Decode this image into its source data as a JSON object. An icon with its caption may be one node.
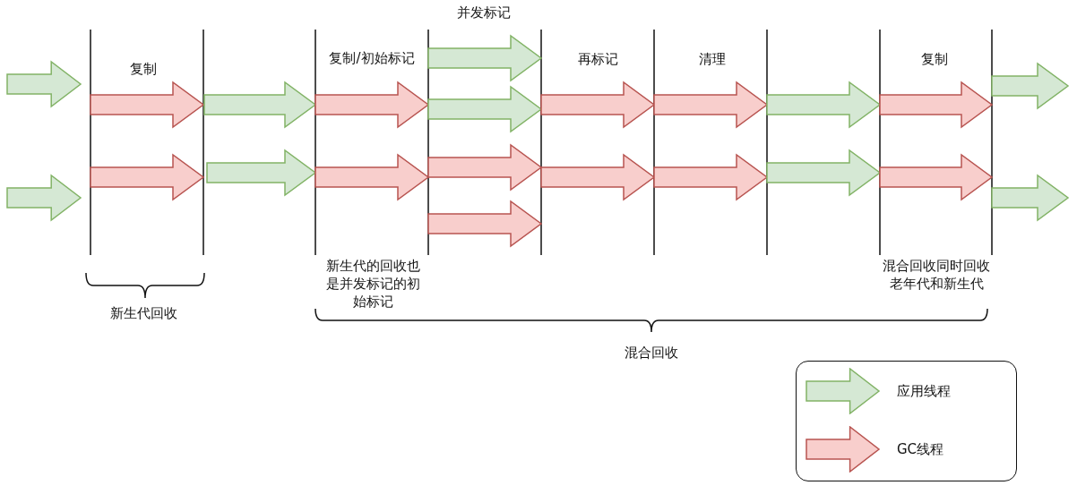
{
  "diagram": {
    "labels": [
      "并发标记",
      "复制",
      "复制/初始标记",
      "再标记",
      "清理",
      "复制",
      "新生代的回收也是并发标记的初始标记",
      "混合回收同时回收老年代和新生代",
      "新生代回收",
      "混合回收"
    ],
    "legend": [
      {
        "text": "应用线程",
        "color": "#d5e8d4"
      },
      {
        "text": "GC线程",
        "color": "#f8cecc"
      }
    ]
  }
}
